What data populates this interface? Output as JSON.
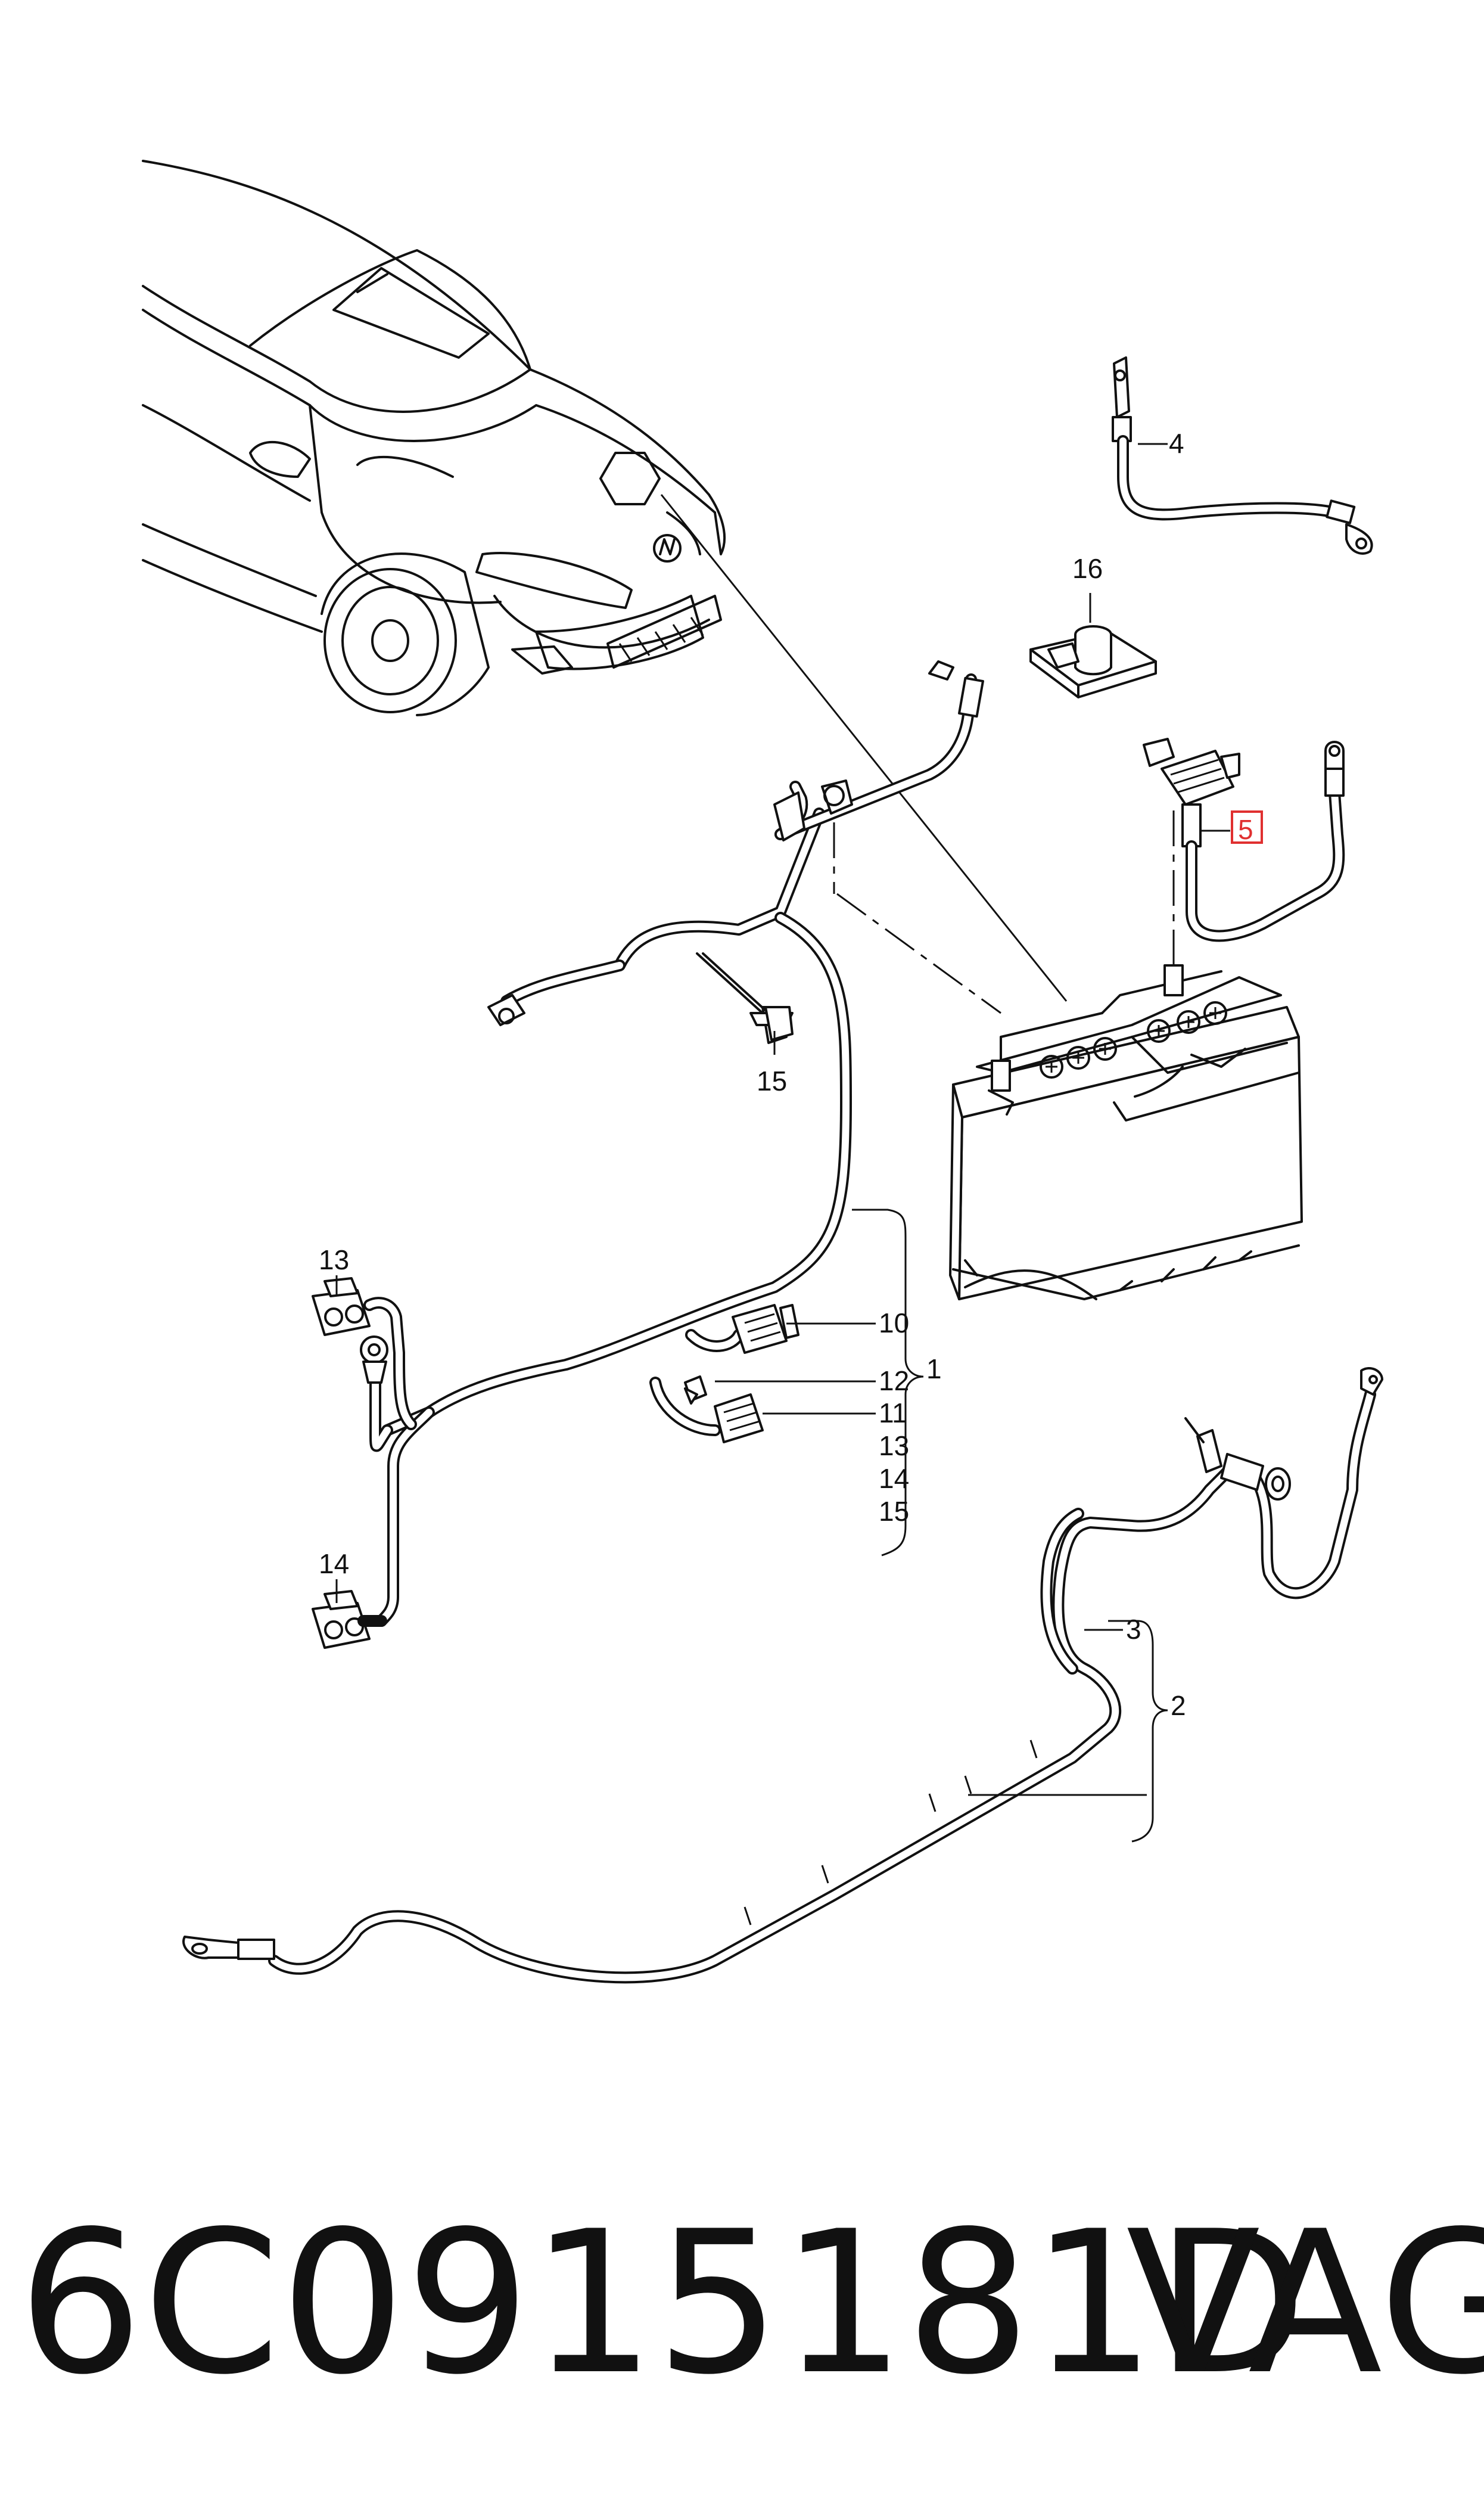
{
  "callouts": {
    "c1": "1",
    "c2": "2",
    "c3": "3",
    "c4": "4",
    "c5": "5",
    "c10": "10",
    "c11": "11",
    "c12": "12",
    "c13a": "13",
    "c13b": "13",
    "c14a": "14",
    "c14b": "14",
    "c15a": "15",
    "c15b": "15",
    "c16": "16"
  },
  "highlight_color": "#e03030",
  "footer": {
    "part_number": "6C0915181D",
    "brand": "VAG"
  }
}
